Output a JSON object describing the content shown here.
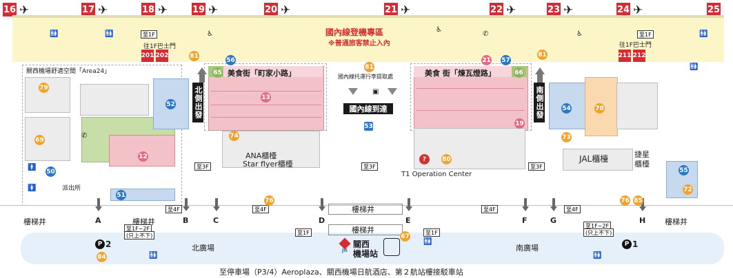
{
  "gates_top": [
    "16",
    "17",
    "18",
    "19",
    "20",
    "21",
    "22",
    "23",
    "24",
    "25"
  ],
  "bus_gates": {
    "left": [
      "201",
      "202"
    ],
    "right": [
      "211",
      "212"
    ]
  },
  "bus_stop_label_left": "往1F巴士門",
  "bus_stop_label_right": "往1F巴士門",
  "domestic_area_title": "國內線登機專區",
  "domestic_area_note": "※普通旅客禁止入內",
  "food_street_left": "美食街「町家小路」",
  "food_street_right": "美食 街「煉瓦燈路」",
  "lounge_area_title": "關西機場舒適空間「Area24」",
  "north_exit": "北側出發",
  "south_exit": "南側出發",
  "domestic_arrival": "國內線到達",
  "domestic_baggage": "國內線托運行李提取處",
  "ana_counter_1": "ANA櫃檯",
  "ana_counter_2": "Star flyer櫃檯",
  "jal_counter": "JAL櫃檯",
  "peach_counter_1": "捷星",
  "peach_counter_2": "櫃檯",
  "police_box": "派出所",
  "t1_center": "T1 Operation Center",
  "stair_labels": {
    "1f": "至1F",
    "3f": "至3F",
    "4f": "至4F",
    "1f2f": "至1F~2F",
    "up_only": "(只上不下)"
  },
  "bottom_letters": [
    "A",
    "B",
    "C",
    "D",
    "E",
    "F",
    "G",
    "H"
  ],
  "atrium_left": "樓梯井",
  "atrium_center_1": "樓梯井",
  "atrium_center_2": "樓梯井",
  "atrium_right": "樓梯井",
  "north_plaza": "北廣場",
  "south_plaza": "南廣場",
  "station_name_1": "關西",
  "station_name_2": "機場站",
  "parking_left": "2",
  "parking_right": "1",
  "bottom_caption": "至停車場（P3/4）Aeroplaza、關西機場日航酒店、第２航站樓接駁車站",
  "numbers": {
    "n81a": "81",
    "n56": "56",
    "n65": "65",
    "n21": "21",
    "n57": "57",
    "n66": "66",
    "n81b": "81",
    "n81c": "81",
    "n79": "79",
    "n52": "52",
    "n13": "13",
    "n54": "54",
    "n78": "78",
    "n19": "19",
    "n74": "74",
    "n73": "73",
    "n69": "69",
    "n12": "12",
    "n53": "53",
    "n80": "80",
    "n50": "50",
    "n51": "51",
    "n55": "55",
    "n72": "72",
    "n76a": "76",
    "n76b": "76",
    "n85": "85",
    "n67": "67",
    "n84": "84"
  },
  "colors": {
    "gate_red": "#d52b34",
    "yellow_band": "#fbf5c8",
    "pink": "#f3c1c8",
    "green": "#c8dea8",
    "blue": "#c6d9ef",
    "orange_room": "#f9d9ad",
    "plaza_blue": "#e6f0fa"
  }
}
